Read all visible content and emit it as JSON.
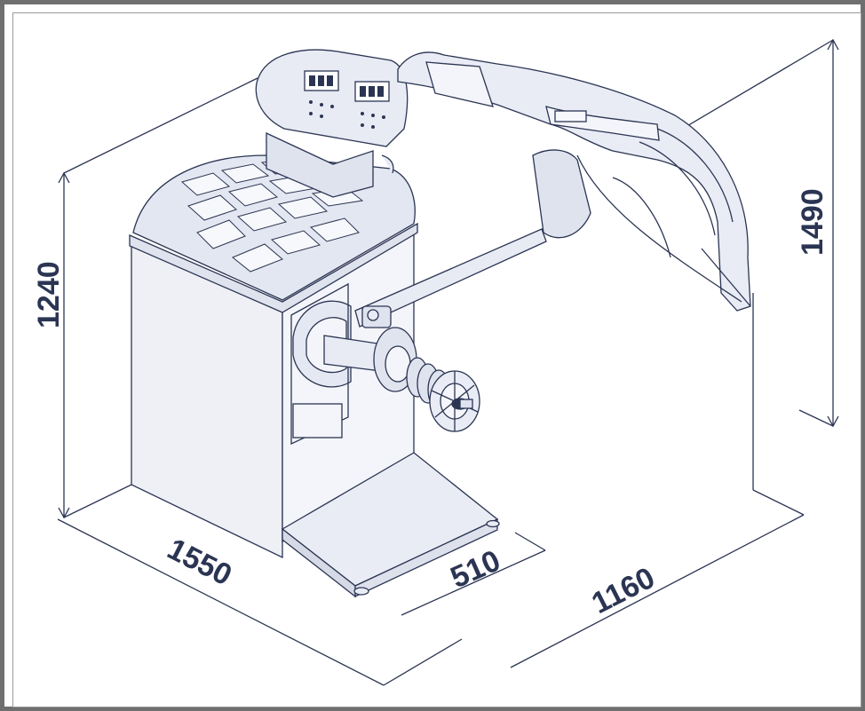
{
  "drawing": {
    "subject": "wheel-balancer",
    "line_color": "#2b3553",
    "body_fill": "#eef0f6",
    "dimensions": {
      "height_body": "1240",
      "height_total": "1490",
      "depth": "1550",
      "base_depth": "510",
      "width": "1160"
    }
  }
}
